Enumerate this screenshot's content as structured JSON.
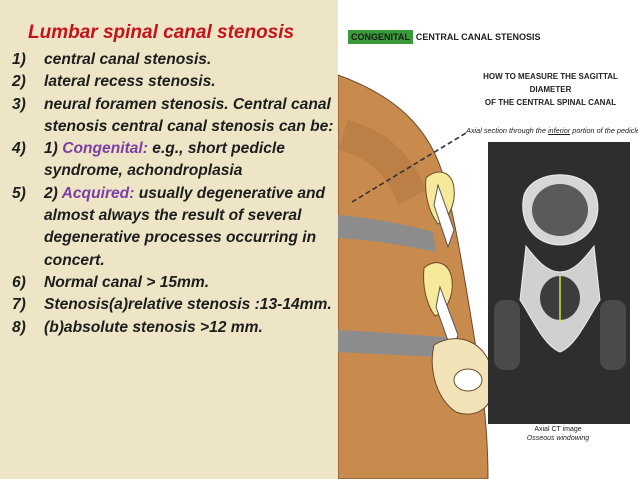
{
  "slide": {
    "title": "Lumbar spinal canal stenosis",
    "items": [
      {
        "num": "1)",
        "text": "central canal stenosis."
      },
      {
        "num": "2)",
        "text": " lateral recess stenosis."
      },
      {
        "num": "3)",
        "text": "neural foramen stenosis. Central canal stenosis central canal stenosis can be:"
      },
      {
        "num": "4)",
        "pre": "1) ",
        "accent": "Congenital:",
        "text": " e.g., short pedicle syndrome, achondroplasia"
      },
      {
        "num": "5)",
        "pre": " 2) ",
        "accent": "Acquired:",
        "text": " usually degenerative and almost always the result of several degenerative processes occurring in concert."
      },
      {
        "num": "6)",
        "text": "Normal canal > 15mm."
      },
      {
        "num": "7)",
        "text": "Stenosis(a)relative stenosis :13-14mm."
      },
      {
        "num": "8)",
        "text": "(b)absolute stenosis >12 mm."
      }
    ]
  },
  "figure": {
    "tag": "CONGENITAL",
    "title": "CENTRAL CANAL STENOSIS",
    "measure_line1": "HOW TO MEASURE THE SAGITTAL DIAMETER",
    "measure_line2": "OF THE CENTRAL SPINAL CANAL",
    "axial_pre": "Axial section through the ",
    "axial_under": "inferior",
    "axial_post": " portion of the pedicle:",
    "caption_line1": "Axial CT image",
    "caption_line2": "Osseous windowing"
  },
  "colors": {
    "background": "#ede5c6",
    "title": "#c4141a",
    "accent": "#7b3fa6",
    "bone": "#c98a4e",
    "tag_green": "#3a9a3a",
    "measure_line": "#c8e01a"
  }
}
